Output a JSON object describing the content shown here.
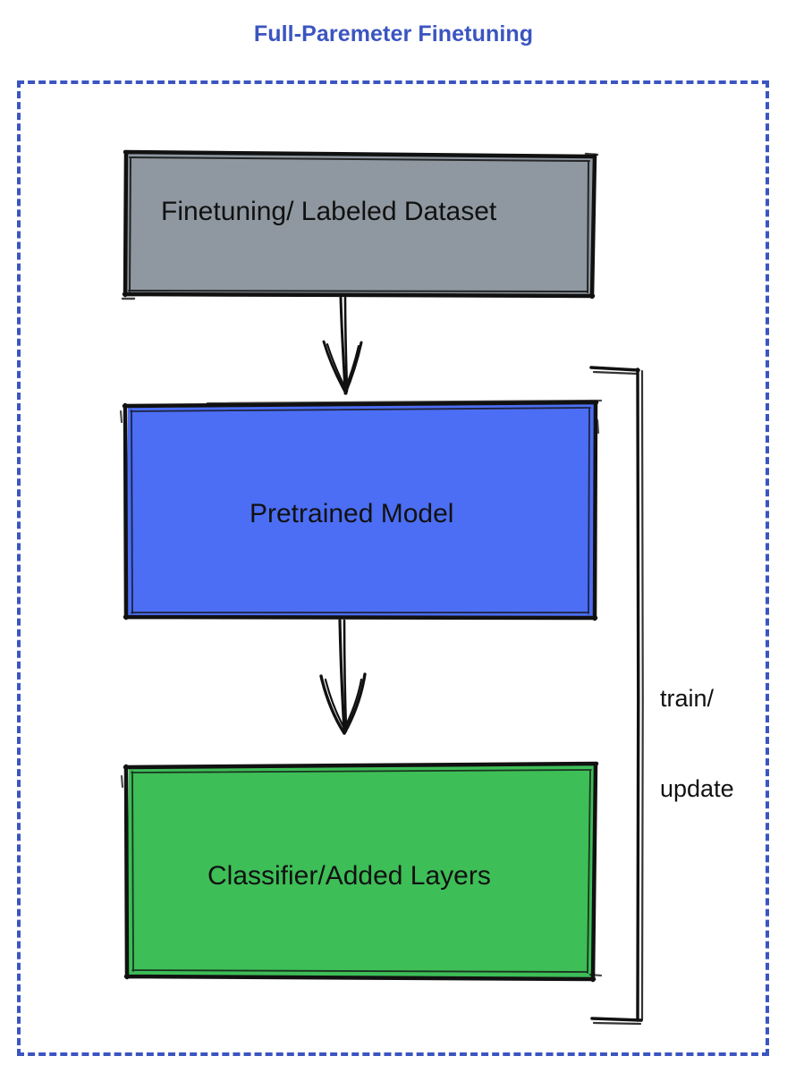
{
  "title": "Full-Paremeter Finetuning",
  "colors": {
    "title": "#3b55c0",
    "frame_dashed": "#3b55c0",
    "dataset_fill": "#8f98a0",
    "pretrained_fill": "#4c6ef5",
    "classifier_fill": "#3dbe57",
    "stroke": "#111111",
    "label_text": "#111111",
    "background": "#ffffff"
  },
  "diagram": {
    "style": "hand-drawn-sketch",
    "nodes": [
      {
        "id": "dataset",
        "label": "Finetuning/ Labeled Dataset",
        "fill": "#8f98a0",
        "order": 1
      },
      {
        "id": "pretrained-model",
        "label": "Pretrained Model",
        "fill": "#4c6ef5",
        "order": 2
      },
      {
        "id": "classifier",
        "label": "Classifier/Added Layers",
        "fill": "#3dbe57",
        "order": 3
      }
    ],
    "edges": [
      {
        "id": "dataset-to-pretrained",
        "from": "dataset",
        "to": "pretrained-model",
        "label": "",
        "arrow": "down"
      },
      {
        "id": "pretrained-to-classifier",
        "from": "pretrained-model",
        "to": "classifier",
        "label": "",
        "arrow": "down"
      },
      {
        "id": "training-loop-bracket",
        "from": "pretrained-model",
        "to": "classifier",
        "label": "train/\nupdate",
        "arrow": "none"
      }
    ],
    "loop_label_lines": [
      "train/",
      "update"
    ]
  }
}
